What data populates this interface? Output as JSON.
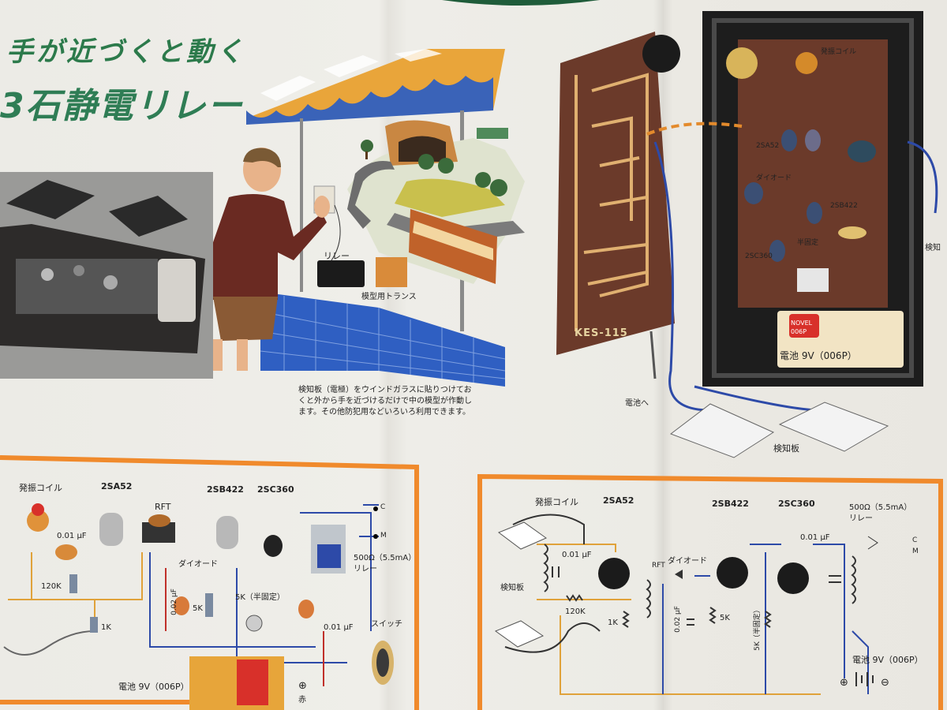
{
  "header": {
    "subtitle": "手が近づくと動く",
    "title": "3石静電リレー"
  },
  "illustration": {
    "relay_label": "リレー",
    "transformer_label": "模型用トランス",
    "caption": "検知板（電極）をウインドガラスに貼りつけておくと外から手を近づけるだけで中の模型が作動します。その他防犯用などいろいろ利用できます。"
  },
  "board": {
    "model": "KES-115",
    "coil": "発振コイル",
    "components": [
      "2SA52",
      "ダイオード",
      "2SB422",
      "2SC360",
      "半固定"
    ],
    "battery": "電池 9V（006P）",
    "battery_brand": "NOVEL",
    "battery_type": "006P",
    "power_label": "電池へ",
    "right_edge_label": "検知",
    "plate_label": "検知板"
  },
  "wiring": {
    "coil": "発振コイル",
    "t1": "2SA52",
    "t2": "2SB422",
    "t3": "2SC360",
    "rft": "RFT",
    "cap1": "0.01 μF",
    "res1": "120K",
    "diode": "ダイオード",
    "cap2": "0.02 μF",
    "res2": "5K",
    "vr": "5K（半固定）",
    "res3": "1K",
    "relay": "500Ω（5.5mA）",
    "relay_word": "リレー",
    "cap3": "0.01 μF",
    "switch": "スイッチ",
    "battery": "電池 9V（006P）",
    "plus": "⊕",
    "red": "赤",
    "c": "C",
    "m": "M"
  },
  "schematic": {
    "coil": "発振コイル",
    "t1": "2SA52",
    "t2": "2SB422",
    "t3": "2SC360",
    "relay": "500Ω（5.5mA）",
    "relay_word": "リレー",
    "plate": "検知板",
    "cap1": "0.01 μF",
    "res1": "120K",
    "res2": "1K",
    "rft": "RFT",
    "diode": "ダイオード",
    "cap2": "0.02 μF",
    "res3": "5K",
    "vr": "5K（半固定）",
    "cap3": "0.01 μF",
    "battery": "電池 9V（006P）",
    "c": "C",
    "m": "M",
    "plus": "⊕",
    "minus": "⊖"
  },
  "colors": {
    "title_green": "#2c7a4b",
    "frame_orange": "#f08a2c",
    "pcb_brown": "#6b3a2a",
    "brick_blue": "#2f5fc2"
  }
}
